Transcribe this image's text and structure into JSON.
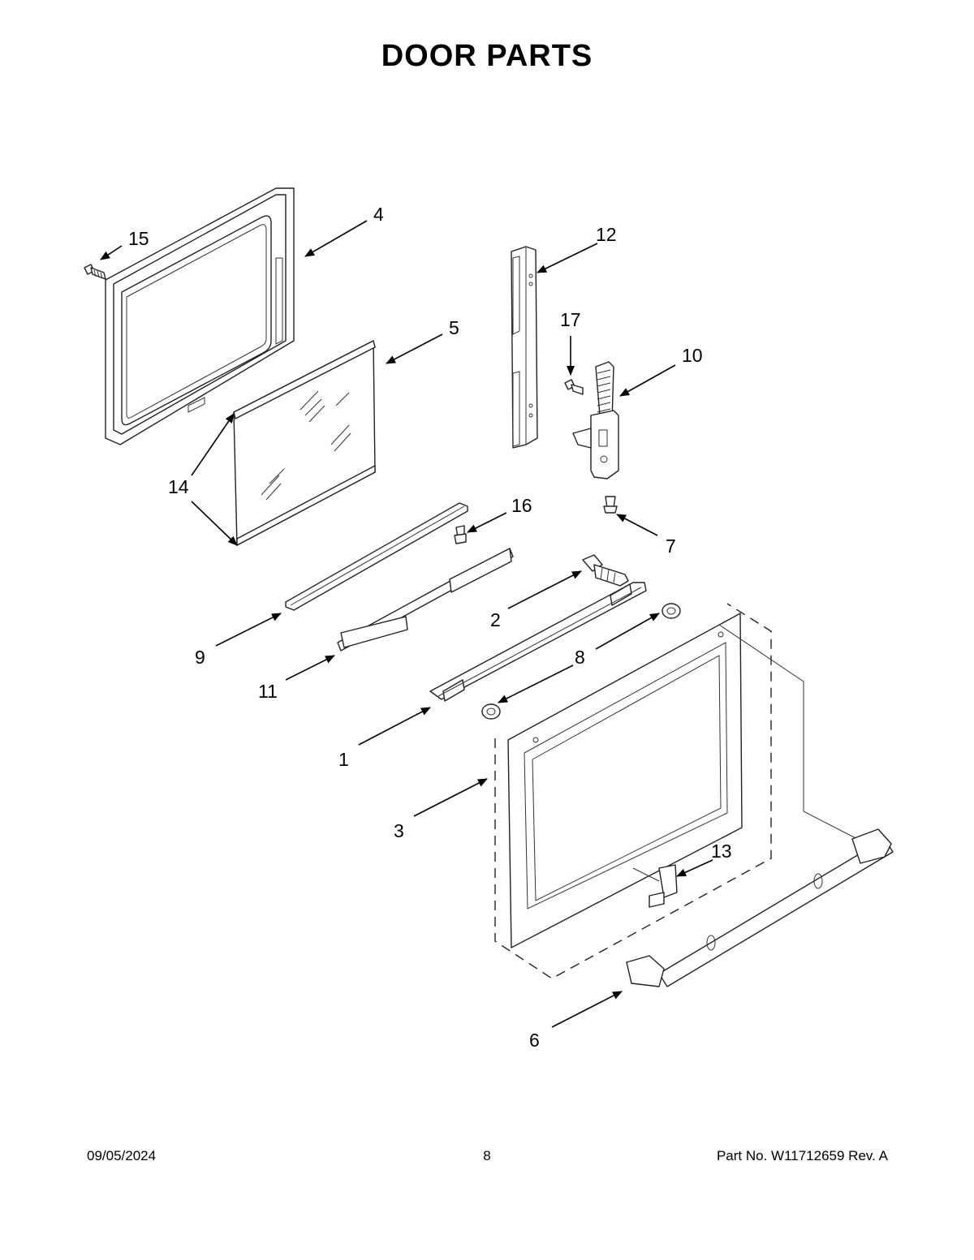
{
  "page": {
    "title": "DOOR PARTS",
    "date": "09/05/2024",
    "page_number": "8",
    "part_number": "Part No.  W11712659  Rev.  A"
  },
  "callouts": {
    "c1": "1",
    "c2": "2",
    "c3": "3",
    "c4": "4",
    "c5": "5",
    "c6": "6",
    "c7": "7",
    "c8": "8",
    "c9": "9",
    "c10": "10",
    "c11": "11",
    "c12": "12",
    "c13": "13",
    "c14": "14",
    "c15": "15",
    "c16": "16",
    "c17": "17"
  },
  "colors": {
    "line": "#222222",
    "background": "#ffffff"
  }
}
